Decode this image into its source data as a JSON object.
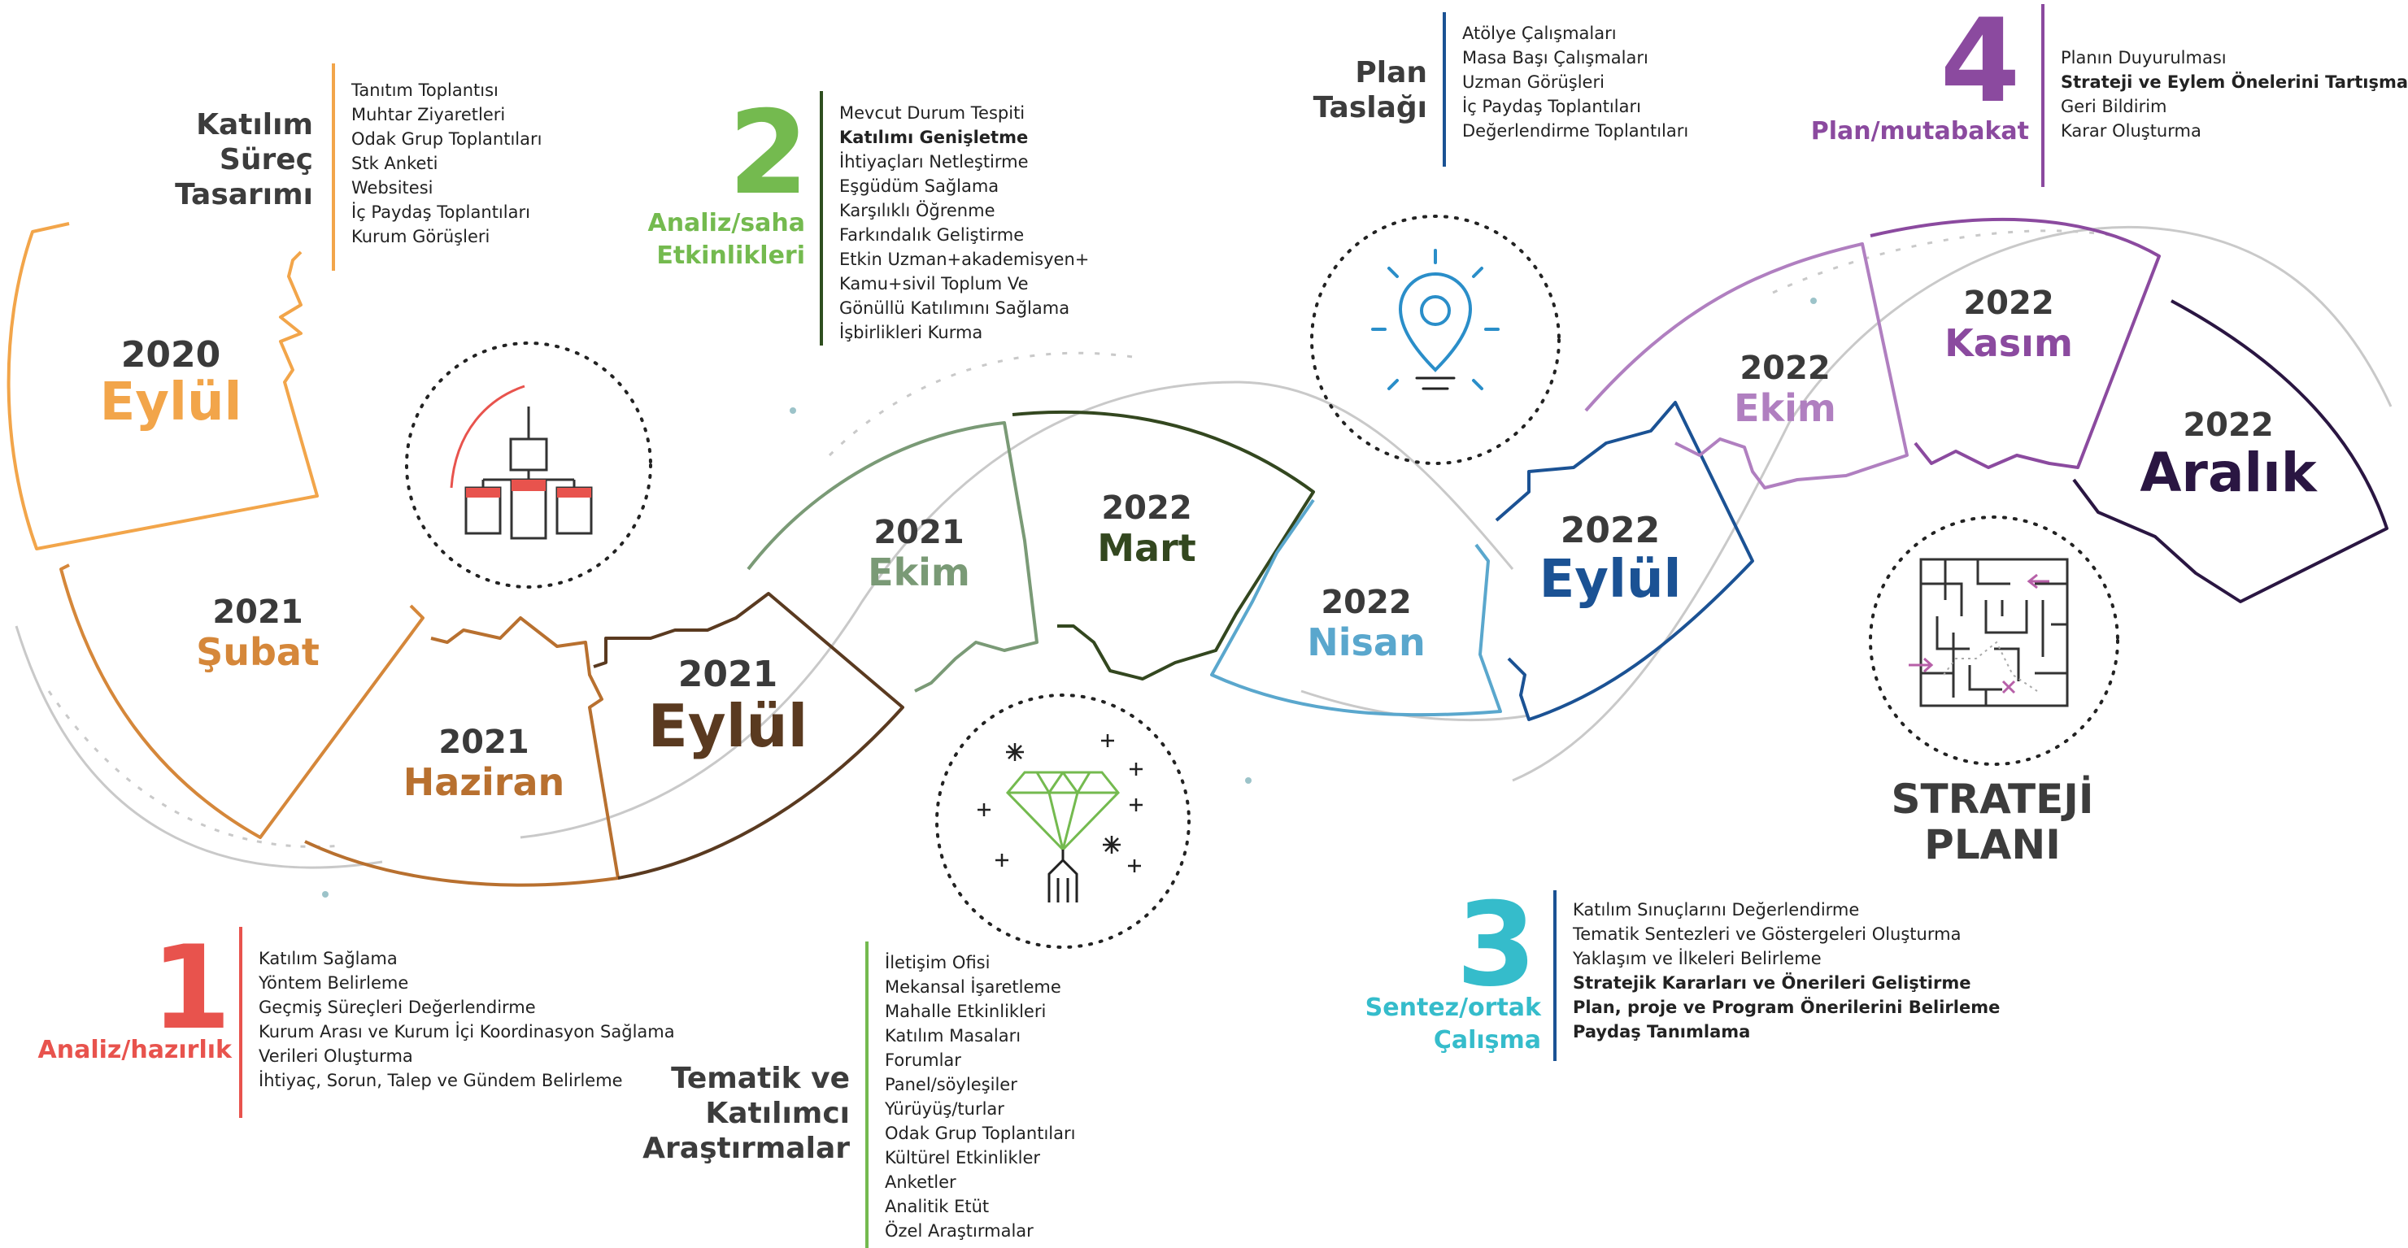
{
  "colors": {
    "orange": "#f2a54a",
    "dark_orange": "#d5873a",
    "brown_orange": "#b8702f",
    "brown": "#5a3a20",
    "sage": "#7a9a76",
    "dark_green": "#33471f",
    "light_blue": "#5aa7cd",
    "blue": "#1b5294",
    "lavender": "#b07fc0",
    "purple": "#8b4a9f",
    "dark_purple": "#2a1642",
    "red": "#e8534d",
    "green": "#74ba4f",
    "teal": "#35bccb",
    "grey_line": "#c7c7c7"
  },
  "timeline": [
    {
      "year": "2020",
      "month": "Eylül"
    },
    {
      "year": "2021",
      "month": "Şubat"
    },
    {
      "year": "2021",
      "month": "Haziran"
    },
    {
      "year": "2021",
      "month": "Eylül"
    },
    {
      "year": "2021",
      "month": "Ekim"
    },
    {
      "year": "2022",
      "month": "Mart"
    },
    {
      "year": "2022",
      "month": "Nisan"
    },
    {
      "year": "2022",
      "month": "Eylül"
    },
    {
      "year": "2022",
      "month": "Ekim"
    },
    {
      "year": "2022",
      "month": "Kasım"
    },
    {
      "year": "2022",
      "month": "Aralık"
    }
  ],
  "katilim": {
    "title_1": "Katılım",
    "title_2": "Süreç",
    "title_3": "Tasarımı",
    "items": [
      "Tanıtım Toplantısı",
      "Muhtar Ziyaretleri",
      "Odak Grup Toplantıları",
      "Stk Anketi",
      "Websitesi",
      "İç Paydaş Toplantıları",
      "Kurum Görüşleri"
    ]
  },
  "phase1": {
    "number": "1",
    "label": "Analiz/hazırlık",
    "items": [
      "Katılım Sağlama",
      "Yöntem Belirleme",
      "Geçmiş Süreçleri Değerlendirme",
      "Kurum Arası ve Kurum İçi Koordinasyon Sağlama",
      "Verileri Oluşturma",
      "İhtiyaç, Sorun, Talep ve Gündem Belirleme"
    ]
  },
  "phase2": {
    "number": "2",
    "label_1": "Analiz/saha",
    "label_2": "Etkinlikleri",
    "items": [
      "Mevcut Durum Tespiti",
      "Katılımı Genişletme",
      "İhtiyaçları Netleştirme",
      "Eşgüdüm Sağlama",
      "Karşılıklı Öğrenme",
      "Farkındalık Geliştirme",
      "Etkin Uzman+akademisyen+",
      "Kamu+sivil Toplum Ve",
      "Gönüllü Katılımını Sağlama",
      "İşbirlikleri Kurma"
    ]
  },
  "tematik": {
    "title_1": "Tematik ve",
    "title_2": "Katılımcı",
    "title_3": "Araştırmalar",
    "items": [
      "İletişim Ofisi",
      "Mekansal İşaretleme",
      "Mahalle Etkinlikleri",
      "Katılım Masaları",
      "Forumlar",
      "Panel/söyleşiler",
      "Yürüyüş/turlar",
      "Odak Grup Toplantıları",
      "Kültürel Etkinlikler",
      "Anketler",
      "Analitik Etüt",
      "Özel Araştırmalar"
    ]
  },
  "plan_taslagi": {
    "title_1": "Plan",
    "title_2": "Taslağı",
    "items": [
      "Atölye Çalışmaları",
      "Masa Başı Çalışmaları",
      "Uzman Görüşleri",
      "İç Paydaş Toplantıları",
      "Değerlendirme Toplantıları"
    ]
  },
  "phase3": {
    "number": "3",
    "label_1": "Sentez/ortak",
    "label_2": "Çalışma",
    "items": [
      "Katılım Sınuçlarını Değerlendirme",
      "Tematik Sentezleri ve Göstergeleri Oluşturma",
      "Yaklaşım ve İlkeleri Belirleme",
      "Stratejik Kararları ve Önerileri Geliştirme",
      "Plan, proje ve Program Önerilerini Belirleme",
      "Paydaş Tanımlama"
    ]
  },
  "phase4": {
    "number": "4",
    "label": "Plan/mutabakat",
    "items": [
      "Planın Duyurulması",
      "Strateji ve Eylem Önelerini Tartışma",
      "Geri Bildirim",
      "Karar Oluşturma"
    ]
  },
  "strateji": {
    "line_1": "STRATEJİ",
    "line_2": "PLANI"
  },
  "icons": [
    "org-chart-icon",
    "diamond-pencil-icon",
    "lightbulb-location-icon",
    "maze-icon"
  ]
}
